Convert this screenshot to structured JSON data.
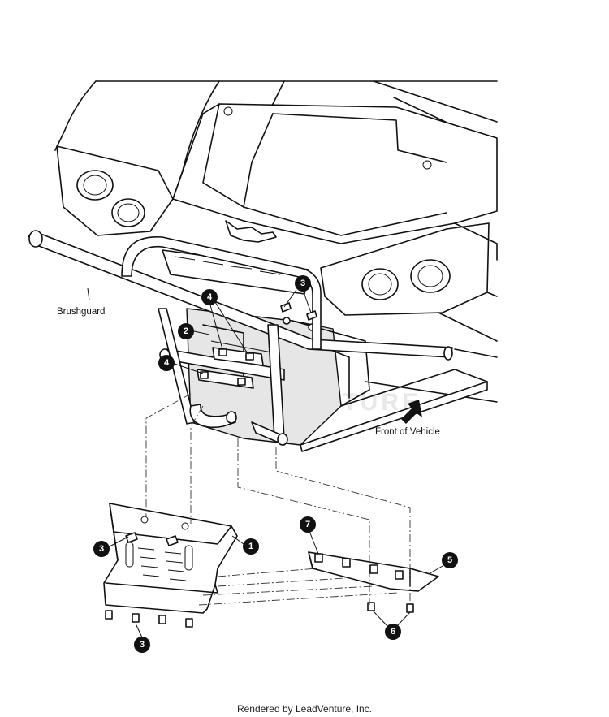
{
  "labels": {
    "brushguard": "Brushguard",
    "front_of_vehicle": "Front of Vehicle"
  },
  "callouts": {
    "c1": "1",
    "c2": "2",
    "c3a": "3",
    "c3b": "3",
    "c3c": "3",
    "c4a": "4",
    "c4b": "4",
    "c5": "5",
    "c6": "6",
    "c7": "7"
  },
  "watermark": "LEADVENTURE",
  "footer": "Rendered by LeadVenture, Inc."
}
